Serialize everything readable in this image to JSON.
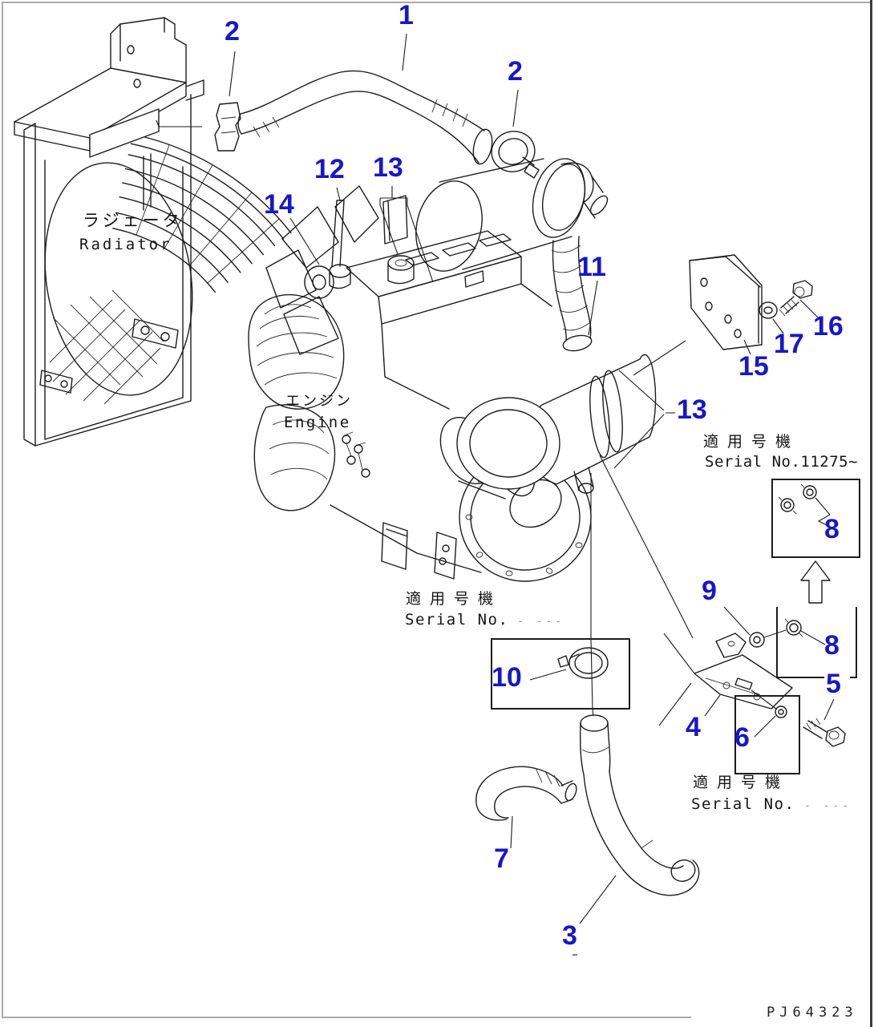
{
  "page": {
    "code": "PJ64323"
  },
  "colors": {
    "callout": "#1717c9",
    "line": "#1c1c1c"
  },
  "labels": {
    "radiator": {
      "jp": "ラジェータ",
      "en": "Radiator"
    },
    "engine": {
      "jp": "エンジン",
      "en": "Engine"
    }
  },
  "serial_notes": {
    "middle": {
      "jp": "適用号機",
      "en": "Serial No.",
      "marks": "- ---"
    },
    "right": {
      "jp": "適用号機",
      "en": "Serial No.11275~"
    },
    "bottom": {
      "jp": "適用号機",
      "en": "Serial No.",
      "marks": "- ---"
    }
  },
  "callouts": [
    {
      "label": "1"
    },
    {
      "label": "2"
    },
    {
      "label": "2"
    },
    {
      "label": "12"
    },
    {
      "label": "13"
    },
    {
      "label": "14"
    },
    {
      "label": "11"
    },
    {
      "label": "15"
    },
    {
      "label": "16"
    },
    {
      "label": "17"
    },
    {
      "label": "13"
    },
    {
      "label": "8"
    },
    {
      "label": "9"
    },
    {
      "label": "8"
    },
    {
      "label": "5"
    },
    {
      "label": "4"
    },
    {
      "label": "6"
    },
    {
      "label": "10"
    },
    {
      "label": "7"
    },
    {
      "label": "3"
    }
  ]
}
